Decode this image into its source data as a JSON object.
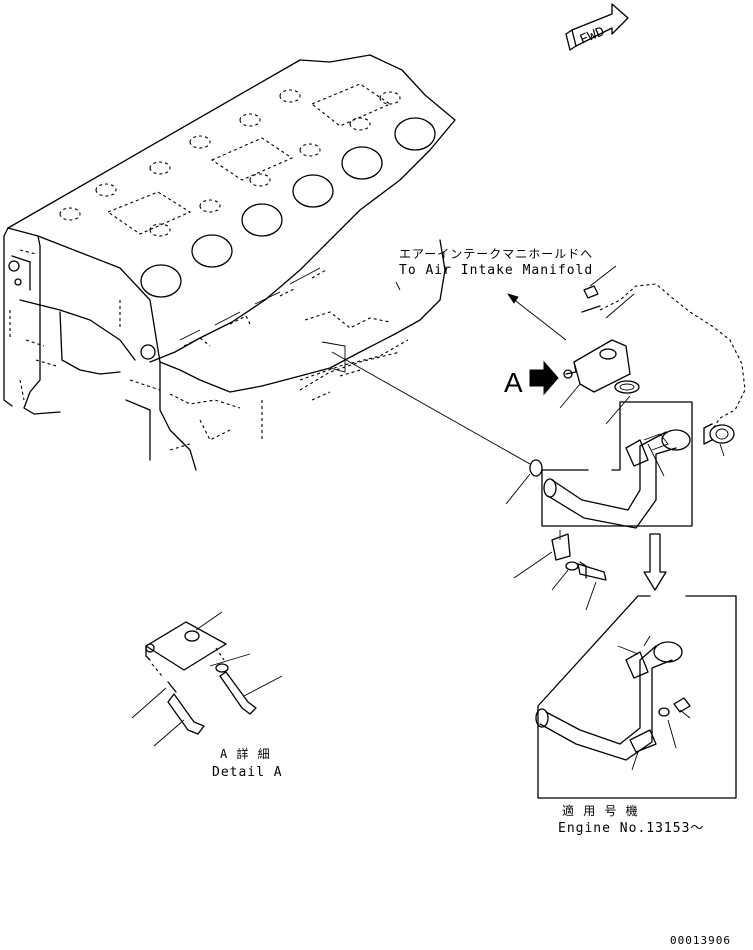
{
  "direction_marker": "FWD",
  "labels": {
    "air_intake_jp": "エアーインテークマニホールドへ",
    "air_intake_en": "To Air Intake Manifold",
    "view_a": "A",
    "detail_a_jp": "A 詳 細",
    "detail_a_en": "Detail A",
    "applicable_jp": "適 用 号 機",
    "applicable_en": "Engine No.13153～",
    "drawing_number": "00013906"
  },
  "icons": {
    "fwd": "fwd-arrow-icon",
    "view": "view-arrow-icon",
    "down": "down-arrow-icon"
  }
}
